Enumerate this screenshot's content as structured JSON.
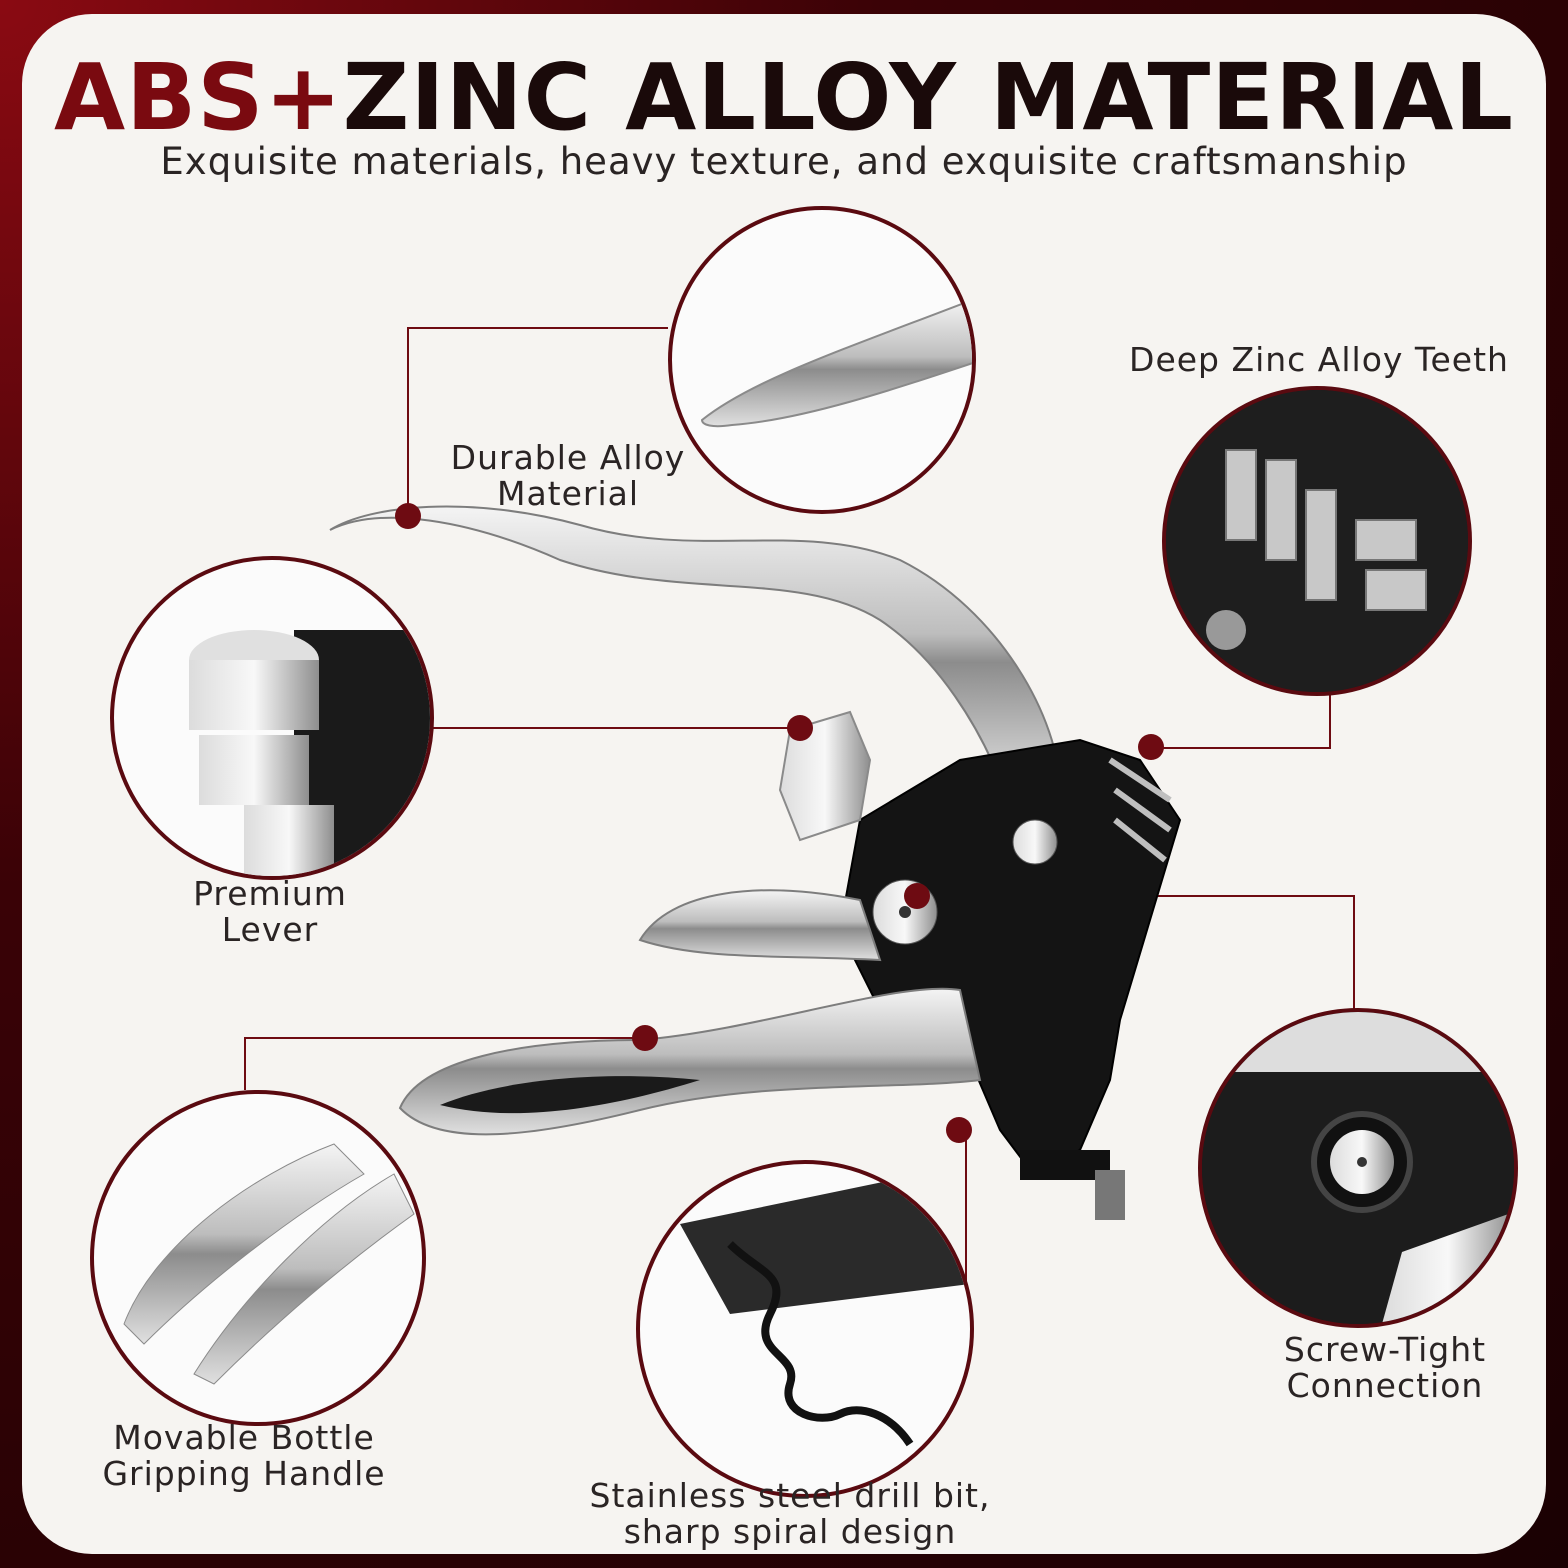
{
  "heading": {
    "title_accent": "ABS+",
    "title_rest": "ZINC ALLOY MATERIAL",
    "subtitle": "Exquisite materials, heavy texture, and exquisite craftsmanship"
  },
  "callouts": {
    "durable": {
      "line1": "Durable Alloy",
      "line2": "Material"
    },
    "teeth": {
      "line1": "Deep Zinc Alloy Teeth"
    },
    "lever": {
      "line1": "Premium",
      "line2": "Lever"
    },
    "handle": {
      "line1": "Movable Bottle",
      "line2": "Gripping Handle"
    },
    "screw": {
      "line1": "Screw-Tight",
      "line2": "Connection"
    },
    "drill": {
      "line1": "Stainless steel drill bit,",
      "line2": "sharp spiral design"
    }
  },
  "colors": {
    "accent": "#7a0a10",
    "circle_border": "#5a0a10",
    "dot": "#6e0b12",
    "panel": "#f6f4f1"
  }
}
